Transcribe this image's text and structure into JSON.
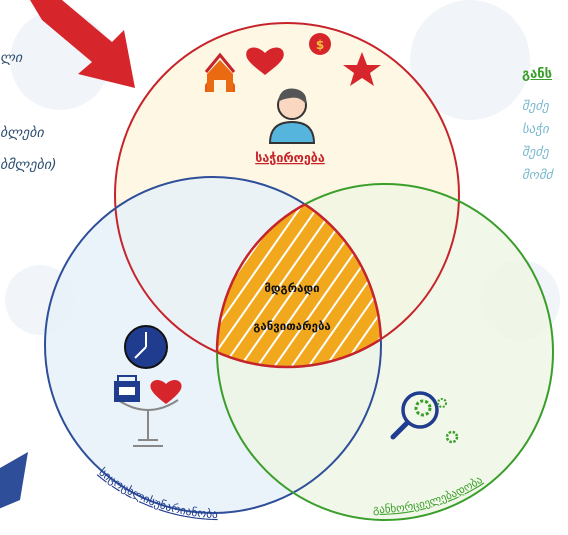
{
  "left_text": {
    "line1": "ლი",
    "line2": "ბლები",
    "line3": "ბმლები)"
  },
  "right_text": {
    "heading": "განს",
    "line1": "შეძე",
    "line2": "საჭი",
    "line3": "შეძე",
    "line4": "მომძ"
  },
  "circles": {
    "top_label": "საჭიროება",
    "left_label": "სიცოცხლისუნარიანობა",
    "right_label": "განხორციელებადობა",
    "center_line1": "მდგრადი",
    "center_line2": "განვითარება"
  },
  "colors": {
    "top_circle_fill": "#fdf6e0",
    "top_circle_stroke": "#c6242b",
    "left_circle_fill": "#e7f1f9",
    "left_circle_stroke": "#2e4e9a",
    "right_circle_fill": "#eef6e2",
    "right_circle_stroke": "#3a9e2a",
    "center_fill": "#f2a81d",
    "arrow_red": "#d6262c",
    "arrow_blue": "#2e4e9a"
  },
  "icons": [
    "house-icon",
    "heart-icon",
    "dollar-coin-icon",
    "star-icon",
    "person-icon",
    "clock-icon",
    "briefcase-icon",
    "balance-scale-icon",
    "magnifier-gears-icon"
  ]
}
